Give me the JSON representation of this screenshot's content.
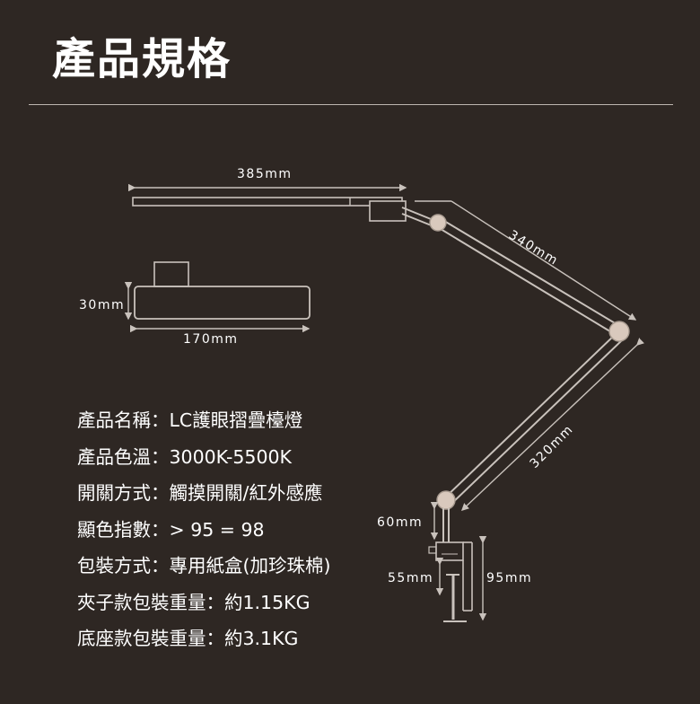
{
  "page": {
    "title": "產品規格"
  },
  "dimensions": {
    "arm_length": "385mm",
    "upper_arm": "340mm",
    "lower_arm": "320mm",
    "base_height": "30mm",
    "base_width": "170mm",
    "clamp_height": "60mm",
    "clamp_opening": "55mm",
    "clamp_total": "95mm"
  },
  "specs": [
    {
      "label": "產品名稱：",
      "value": "LC護眼摺疊檯燈"
    },
    {
      "label": "產品色溫：",
      "value": "3000K-5500K"
    },
    {
      "label": "開關方式：",
      "value": "觸摸開關/紅外感應"
    },
    {
      "label": "顯色指數：",
      "value": "> 95 = 98"
    },
    {
      "label": "包裝方式：",
      "value": "專用紙盒(加珍珠棉)"
    },
    {
      "label": "夾子款包裝重量：",
      "value": "約1.15KG"
    },
    {
      "label": "底座款包裝重量：",
      "value": "約3.1KG"
    }
  ],
  "colors": {
    "background": "#2e2723",
    "line": "#c9c2bc",
    "text": "#ffffff"
  }
}
